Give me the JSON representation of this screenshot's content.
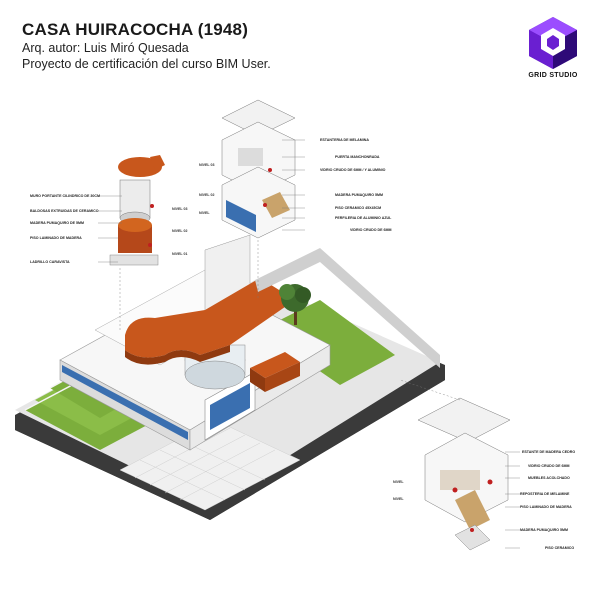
{
  "header": {
    "title": "CASA HUIRACOCHA (1948)",
    "author": "Arq. autor: Luis Miró Quesada",
    "project": "Proyecto de certificación del curso BIM User."
  },
  "logo": {
    "name": "GRID STUDIO",
    "icon": "grid-studio-cube-logo",
    "colors": [
      "#6a1fd1",
      "#3b0d8a",
      "#9b4dff"
    ]
  },
  "colors": {
    "orange": "#c8571c",
    "lawn": "#7cae3c",
    "dark": "#2a2a2a",
    "glass": "#3a6fb0",
    "wall": "#f2f2f2"
  },
  "callouts": {
    "left": [
      "MURO PORTANTE CILINDRICO DE 30CM",
      "BALDOSAS EXTRUIDAS DE CERAMICO",
      "MADERA PUMAQUIRO DE 5MM",
      "PISO LAMINADO DE MADERA",
      "LADRILLO CARAVISTA"
    ],
    "left_levels": [
      "NIVEL 03",
      "NIVEL 02",
      "NIVEL 01"
    ],
    "top": [
      "ESTANTERIA DE MELAMINA",
      "PUERTA MANCHONRADA",
      "VIDRIO CRUDO DE 6MM / Y ALUMINIO",
      "MADERA PUMAQUIRO 5MM",
      "PISO CERAMICO 45X45CM",
      "PERFILERIA DE ALUMINIO AZUL",
      "VIDRIO CRUDO DE 6MM"
    ],
    "top_levels": [
      "NIVEL 03",
      "NIVEL 02",
      "NIVEL"
    ],
    "bottom_right": [
      "ESTANTE DE MADERA CEDRO",
      "VIDRIO CRUDO DE 6MM",
      "MUEBLES ACOLCHADO",
      "REPOSTERIA DE MELAMINE",
      "PISO LAMINADO DE MADERA",
      "MADERA PUMAQUIRO 5MM",
      "PISO CERAMICO"
    ],
    "bottom_levels": [
      "NIVEL",
      "NIVEL"
    ]
  }
}
